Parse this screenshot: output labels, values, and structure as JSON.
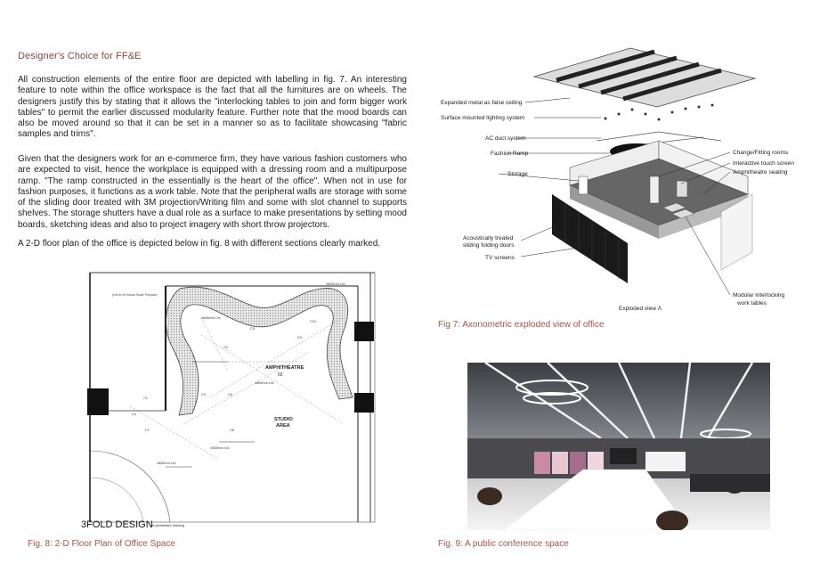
{
  "section": {
    "heading": "Designer's Choice for FF&E"
  },
  "paragraphs": [
    "All construction elements of the entire floor are depicted with labelling in fig. 7. An interesting feature to note within the office workspace is the fact that all the furnitures are on wheels. The designers justify this by stating that it allows the \"interlocking tables to join and form bigger work tables\" to permit the earlier discussed modularity feature. Further note that the mood boards can also be moved around so that it can be set in a manner so as to facilitate showcasing \"fabric samples and trims\".",
    "Given that the designers work for an e-commerce firm, they have various fashion customers who are expected to visit, hence the workplace is equipped with a dressing room and a multipurpose ramp. \"The ramp constructed in the essentially is the heart of the office\". When not in use for fashion purposes, it functions as a work table. Note that the peripheral walls are storage with some of the sliding door treated with 3M projection/Writing film and some with slot channel to supports shelves. The storage shutters have a dual role as a surface to make presentations by setting mood boards, sketching ideas and also to project imagery with short throw projectors.",
    "A 2-D floor plan of the office is depicted below in fig. 8 with different sections clearly marked."
  ],
  "floorplan": {
    "brand": "3FOLD DESIGN",
    "brand_sub": "Amphitheatre Marking",
    "room1": "AMPHITHEATRE",
    "room1_num": "02",
    "room2": "STUDIO",
    "room2_sub": "AREA",
    "lvl_1": "±800mm LVL",
    "lvl_2": "±600mm LVL",
    "lvl_3": "±000mm LVL",
    "note": "(Not to be Actual Scale Purpose)",
    "marks": [
      "C1",
      "C2",
      "C3",
      "C4",
      "C5",
      "C6",
      "C7",
      "C8",
      "C9",
      "C10"
    ],
    "caption": "Fig. 8: 2-D Floor Plan of Office Space"
  },
  "axonometric": {
    "labels_left": [
      "Expanded metal as false ceiling",
      "Surface mounted lighting system",
      "AC duct system",
      "Fashion Ramp",
      "Storage",
      "Acoustically treated",
      "sliding folding doors",
      "TV screens"
    ],
    "labels_right": [
      "Change/Fitting rooms",
      "Interactive touch screen",
      "Amphitheatre seating",
      "Modular interlocking",
      "work tables"
    ],
    "bottom_label": "Exploded view Λ",
    "caption": "Fig 7: Axonometric exploded view of office"
  },
  "photo": {
    "caption": "Fig. 9: A public conference space"
  }
}
